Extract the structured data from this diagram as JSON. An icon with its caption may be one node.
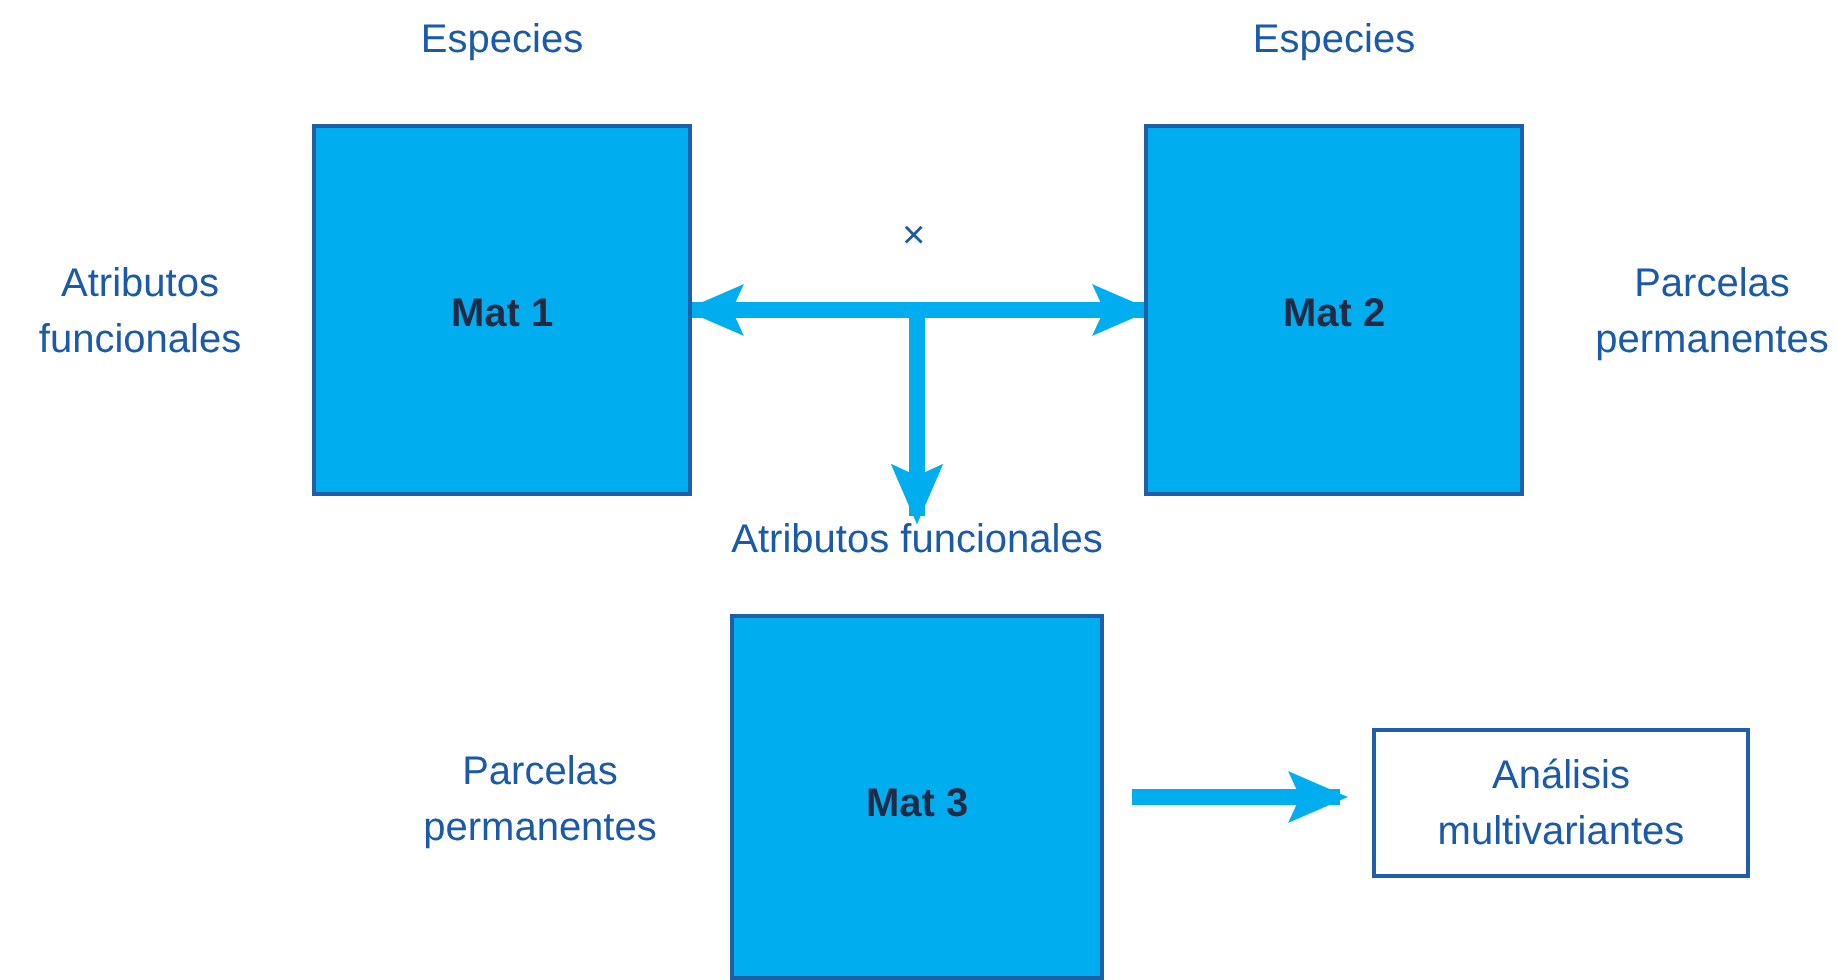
{
  "diagram": {
    "nodes": [
      {
        "text": [
          "Especies",
          "Mat 1"
        ],
        "beside": [
          "Atributos funcionales"
        ]
      },
      {
        "text": [
          "Especies",
          "Mat 2"
        ],
        "beside": [
          "Parcelas permanentes"
        ]
      },
      {
        "text": [
          "Atributos funcionales",
          "Mat 3"
        ],
        "beside": [
          "Parcelas permanentes"
        ]
      },
      {
        "text": [
          "Análisis multivariantes"
        ]
      }
    ],
    "edges": [
      {
        "from": 0,
        "to": 1,
        "arrow": "both"
      },
      {
        "from": 0,
        "to": 2,
        "arrow": "to"
      },
      {
        "from": 1,
        "to": 2,
        "arrow": "to"
      },
      {
        "from": 2,
        "to": 3,
        "arrow": "to"
      }
    ],
    "labels": [
      "×"
    ]
  }
}
